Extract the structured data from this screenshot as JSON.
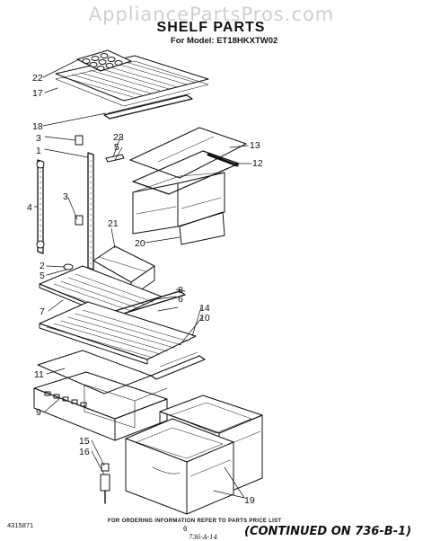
{
  "watermark": "AppliancePartsPros.com",
  "title": "SHELF PARTS",
  "model_line": "For Model: ET18HKXTW02",
  "callouts": {
    "c22": "22",
    "c17": "17",
    "c18": "18",
    "c3a": "3",
    "c1": "1",
    "c23": "23",
    "c5a": "5",
    "c13": "13",
    "c12": "12",
    "c4": "4",
    "c3b": "3",
    "c21": "21",
    "c20": "20",
    "c2": "2",
    "c5b": "5",
    "c8": "8",
    "c6": "6",
    "c7": "7",
    "c14": "14",
    "c10": "10",
    "c11": "11",
    "c9": "9",
    "c15": "15",
    "c16": "16",
    "c19": "19"
  },
  "footer": {
    "ordering_note": "FOR ORDERING INFORMATION REFER TO PARTS PRICE LIST",
    "doc_number": "4315871",
    "page_number": "6",
    "handwritten_date": "736-A-14",
    "continued": "(CONTINUED ON 736-B-1)"
  }
}
